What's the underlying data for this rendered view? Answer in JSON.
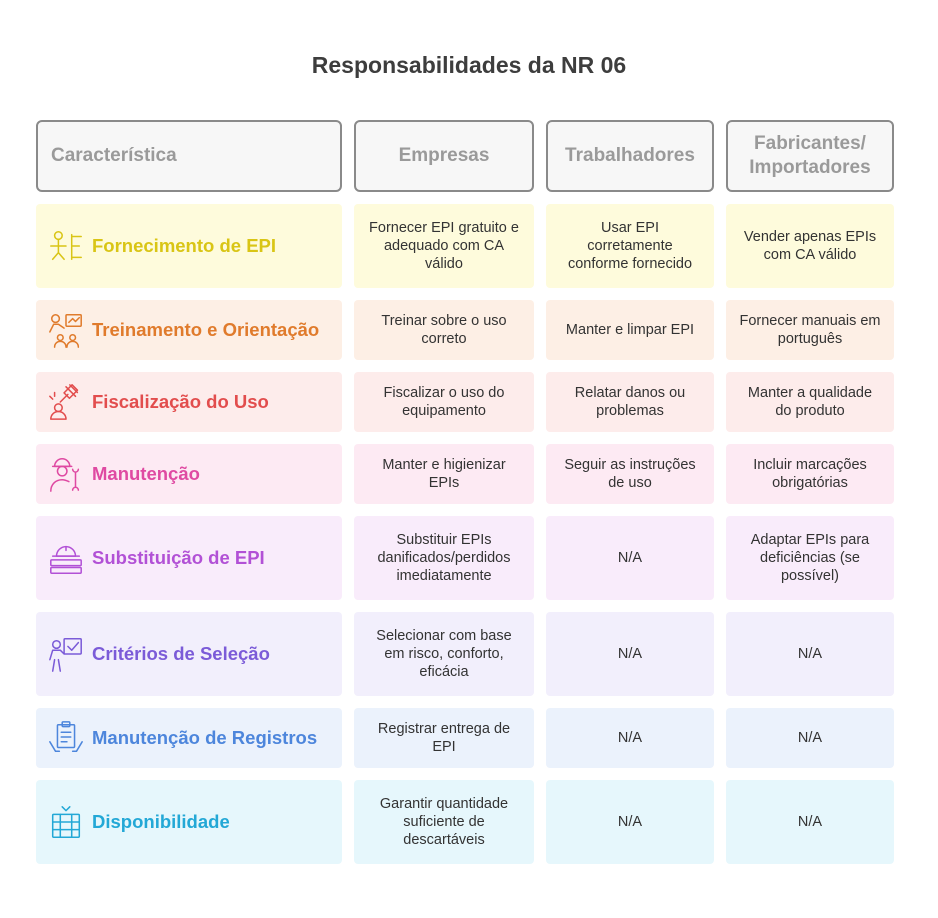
{
  "title": "Responsabilidades da NR 06",
  "headers": [
    "Característica",
    "Empresas",
    "Trabalhadores",
    "Fabricantes/\nImportadores"
  ],
  "rows": [
    {
      "feature": "Fornecimento de EPI",
      "icon": "person-equipment-icon",
      "color": "#d9c515",
      "empresas": "Fornecer EPI gratuito e adequado com CA válido",
      "trabalhadores": "Usar EPI corretamente conforme fornecido",
      "fabricantes": "Vender apenas EPIs com CA válido"
    },
    {
      "feature": "Treinamento e Orientação",
      "icon": "training-group-icon",
      "color": "#e07b2c",
      "empresas": "Treinar sobre o uso correto",
      "trabalhadores": "Manter e limpar EPI",
      "fabricantes": "Fornecer manuais em português"
    },
    {
      "feature": "Fiscalização do Uso",
      "icon": "gavel-person-icon",
      "color": "#e24d4d",
      "empresas": "Fiscalizar o uso do equipamento",
      "trabalhadores": "Relatar danos ou problemas",
      "fabricantes": "Manter a qualidade do produto"
    },
    {
      "feature": "Manutenção",
      "icon": "worker-wrench-icon",
      "color": "#df4aa2",
      "empresas": "Manter e higienizar EPIs",
      "trabalhadores": "Seguir as instruções de uso",
      "fabricantes": "Incluir marcações obrigatórias"
    },
    {
      "feature": "Substituição de EPI",
      "icon": "hardhat-stack-icon",
      "color": "#b251d6",
      "empresas": "Substituir EPIs danificados/perdidos imediatamente",
      "trabalhadores": "N/A",
      "fabricantes": "Adaptar EPIs para deficiências (se possível)"
    },
    {
      "feature": "Critérios de Seleção",
      "icon": "presenter-check-icon",
      "color": "#7b5bd8",
      "empresas": "Selecionar com base em risco, conforto, eficácia",
      "trabalhadores": "N/A",
      "fabricantes": "N/A"
    },
    {
      "feature": "Manutenção de Registros",
      "icon": "clipboard-hands-icon",
      "color": "#4d86dc",
      "empresas": "Registrar entrega de EPI",
      "trabalhadores": "N/A",
      "fabricantes": "N/A"
    },
    {
      "feature": "Disponibilidade",
      "icon": "storage-stack-icon",
      "color": "#23a8d6",
      "empresas": "Garantir quantidade suficiente de descartáveis",
      "trabalhadores": "N/A",
      "fabricantes": "N/A"
    }
  ]
}
